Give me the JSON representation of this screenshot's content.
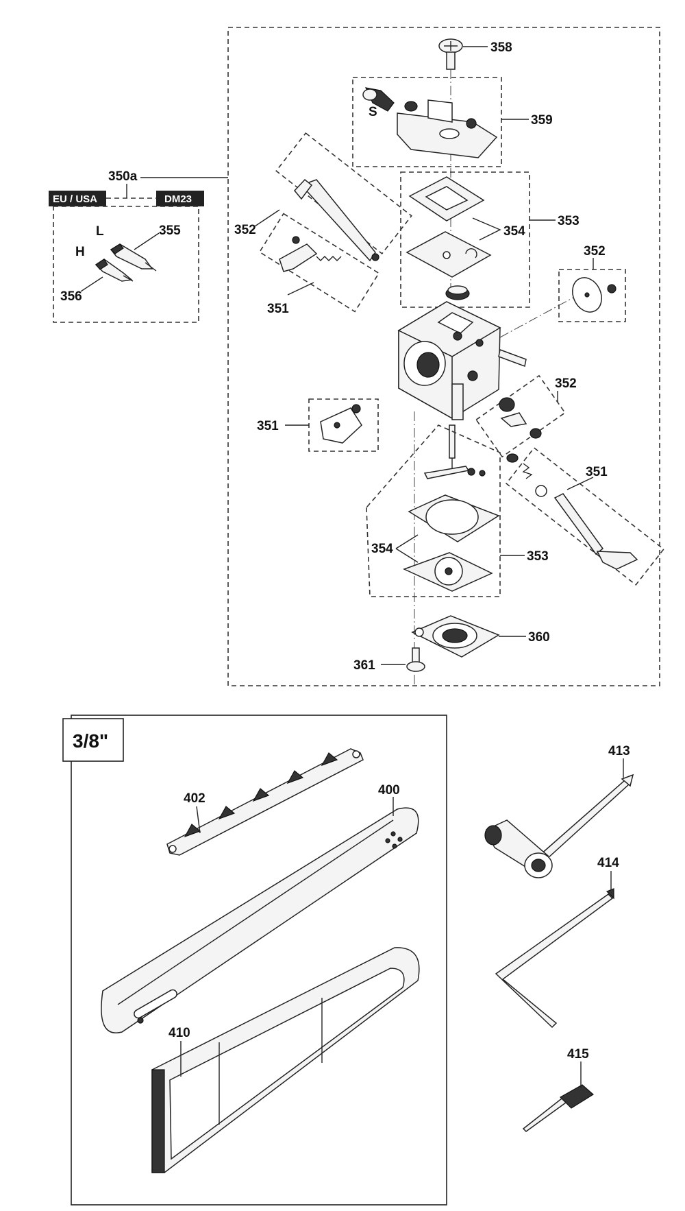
{
  "tags": {
    "region_left": "EU / USA",
    "region_right": "DM23"
  },
  "labels": {
    "l350a": "350a",
    "l351a": "351",
    "l351b": "351",
    "l351c": "351",
    "l352a": "352",
    "l352b": "352",
    "l352c": "352",
    "l353a": "353",
    "l353b": "353",
    "l354a": "354",
    "l354b": "354",
    "l355": "355",
    "l356": "356",
    "l358": "358",
    "l359": "359",
    "l360": "360",
    "l361": "361",
    "l400": "400",
    "l402": "402",
    "l410": "410",
    "l413": "413",
    "l414": "414",
    "l415": "415",
    "letter_l": "L",
    "letter_h": "H",
    "letter_s": "S"
  },
  "chain_pitch": "3/8\""
}
